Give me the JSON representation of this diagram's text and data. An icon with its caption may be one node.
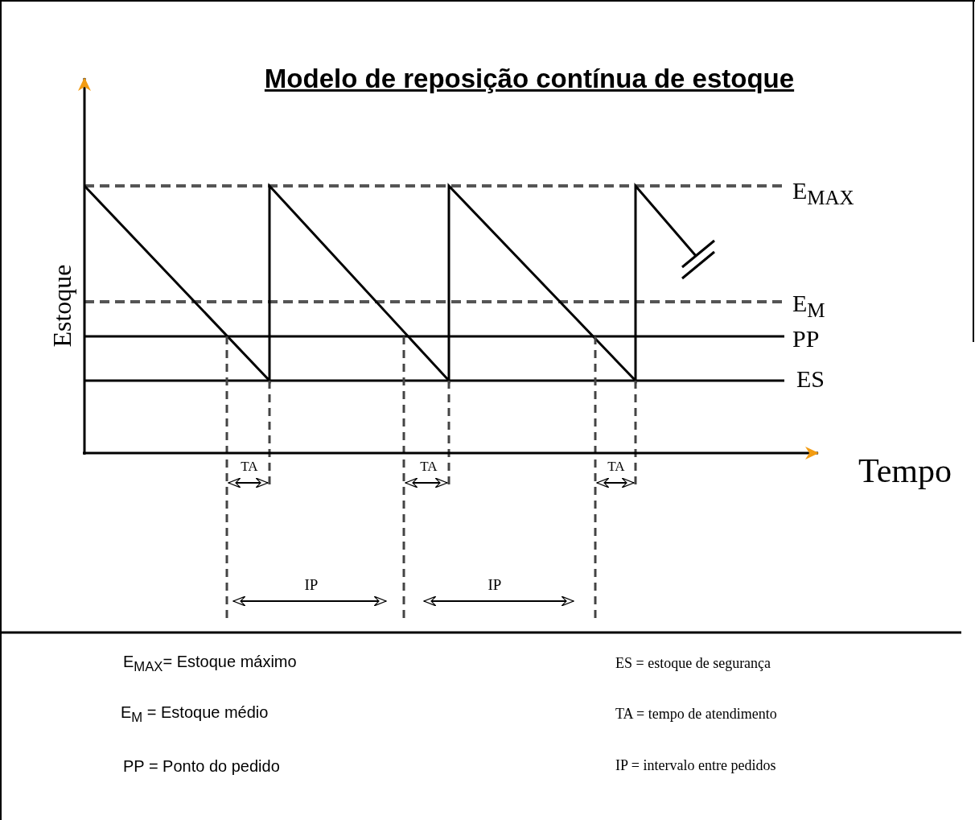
{
  "diagram": {
    "title": "Modelo de reposição contínua de estoque",
    "labels": [
      "Estoque",
      "E$_{MAX}$",
      "E$_{M}$",
      "PP",
      "ES",
      "TA",
      "TA",
      "TA",
      "Tempo",
      "IP",
      "IP",
      "E$_{MAX}$= Estoque máximo",
      "ES = estoque de segurança",
      "E$_{M}$ = Estoque médio",
      "TA = tempo de atendimento",
      "PP = Ponto do pedido",
      "IP = intervalo entre pedidos"
    ]
  }
}
